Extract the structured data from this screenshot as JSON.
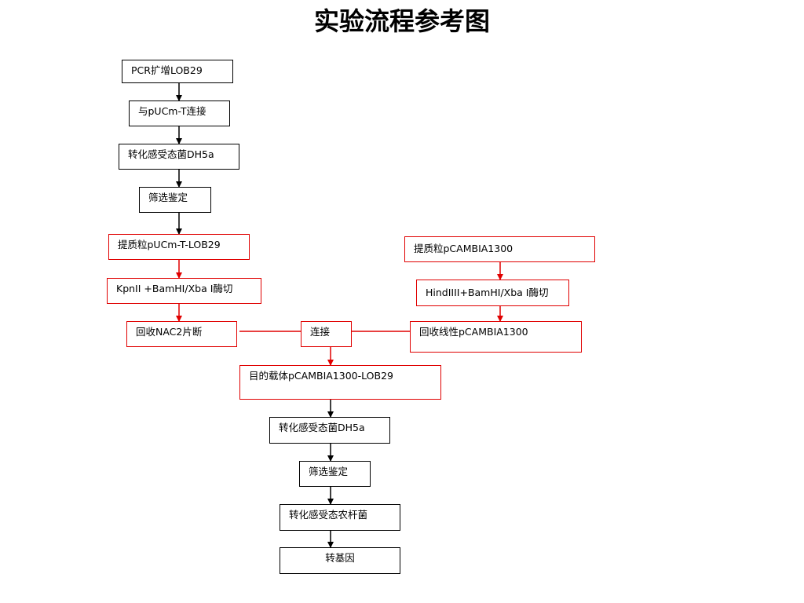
{
  "title": "实验流程参考图",
  "colors": {
    "black": "#000000",
    "red": "#e00000"
  },
  "steps": {
    "pcr": "PCR扩增LOB29",
    "ligate_t": "与pUCm-T连接",
    "transform1": "转化感受态菌DH5a",
    "screen1": "筛选鉴定",
    "extract1": "提质粒pUCm-T-LOB29",
    "digest1": "KpnII +BamHI/Xba Ⅰ酶切",
    "recover_nac2": "回收NAC2片断",
    "ligate": "连接",
    "extract2": "提质粒pCAMBIA1300",
    "digest2": "HindIIII+BamHI/Xba Ⅰ酶切",
    "recover_linear": "回收线性pCAMBIA1300",
    "target_vector": "目的载体pCAMBIA1300-LOB29",
    "transform2": "转化感受态菌DH5a",
    "screen2": "筛选鉴定",
    "agro": "转化感受态农杆菌",
    "transgene": "转基因"
  }
}
